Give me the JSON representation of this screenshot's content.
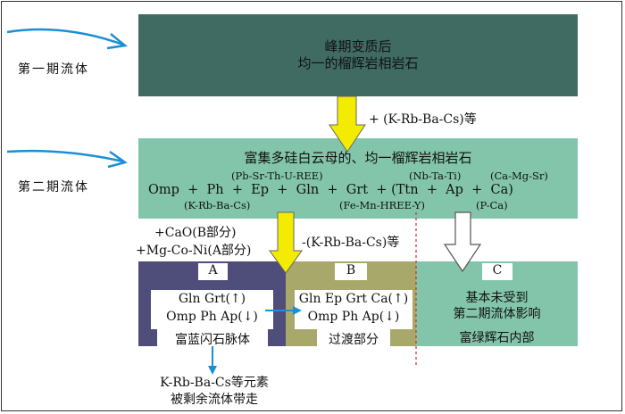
{
  "colors": {
    "stage1": "#3f6b63",
    "stage2": "#82c5ab",
    "zoneA": "#4f4e7b",
    "zoneB": "#a8a86a",
    "zoneC": "#82c5ab",
    "arrowBlue": "#1a8fd6",
    "arrowYellow": "#f4ec00",
    "divider": "#d9252b"
  },
  "fluid1_label": "第一期流体",
  "fluid2_label": "第二期流体",
  "stage1": {
    "line1": "峰期变质后",
    "line2": "均一的榴辉岩相岩石"
  },
  "arrow1_label": "+ (K-Rb-Ba-Cs)等",
  "stage2": {
    "title": "富集多硅白云母的、均一榴辉岩相岩石",
    "annot_pb": "(Pb-Sr-Th-U-REE)",
    "annot_nb": "(Nb-Ta-Ti)",
    "annot_ca": "(Ca-Mg-Sr)",
    "mineral_line": "Omp  +  Ph  +  Ep  +  Gln  +  Grt  + (Ttn  +  Ap  +  Ca)",
    "annot_krb": "(K-Rb-Ba-Cs)",
    "annot_fe": "(Fe-Mn-HREE-Y)",
    "annot_pca": "(P-Ca)"
  },
  "add_cao": "+CaO(B部分)",
  "add_mg": "+Mg-Co-Ni(A部分)",
  "minus_label": "-(K-Rb-Ba-Cs)等",
  "zoneA": {
    "letter": "A",
    "line1": "Gln  Grt(↑)",
    "line2": "Omp Ph Ap(↓)",
    "name": "富蓝闪石脉体"
  },
  "zoneB": {
    "letter": "B",
    "line1": "Gln Ep Grt Ca(↑)",
    "line2": "Omp Ph Ap(↓)",
    "name": "过渡部分"
  },
  "zoneC": {
    "letter": "C",
    "line1": "基本未受到",
    "line2": "第二期流体影响",
    "name": "富绿辉石内部"
  },
  "carried_line1": "K-Rb-Ba-Cs等元素",
  "carried_line2": "被剩余流体带走"
}
